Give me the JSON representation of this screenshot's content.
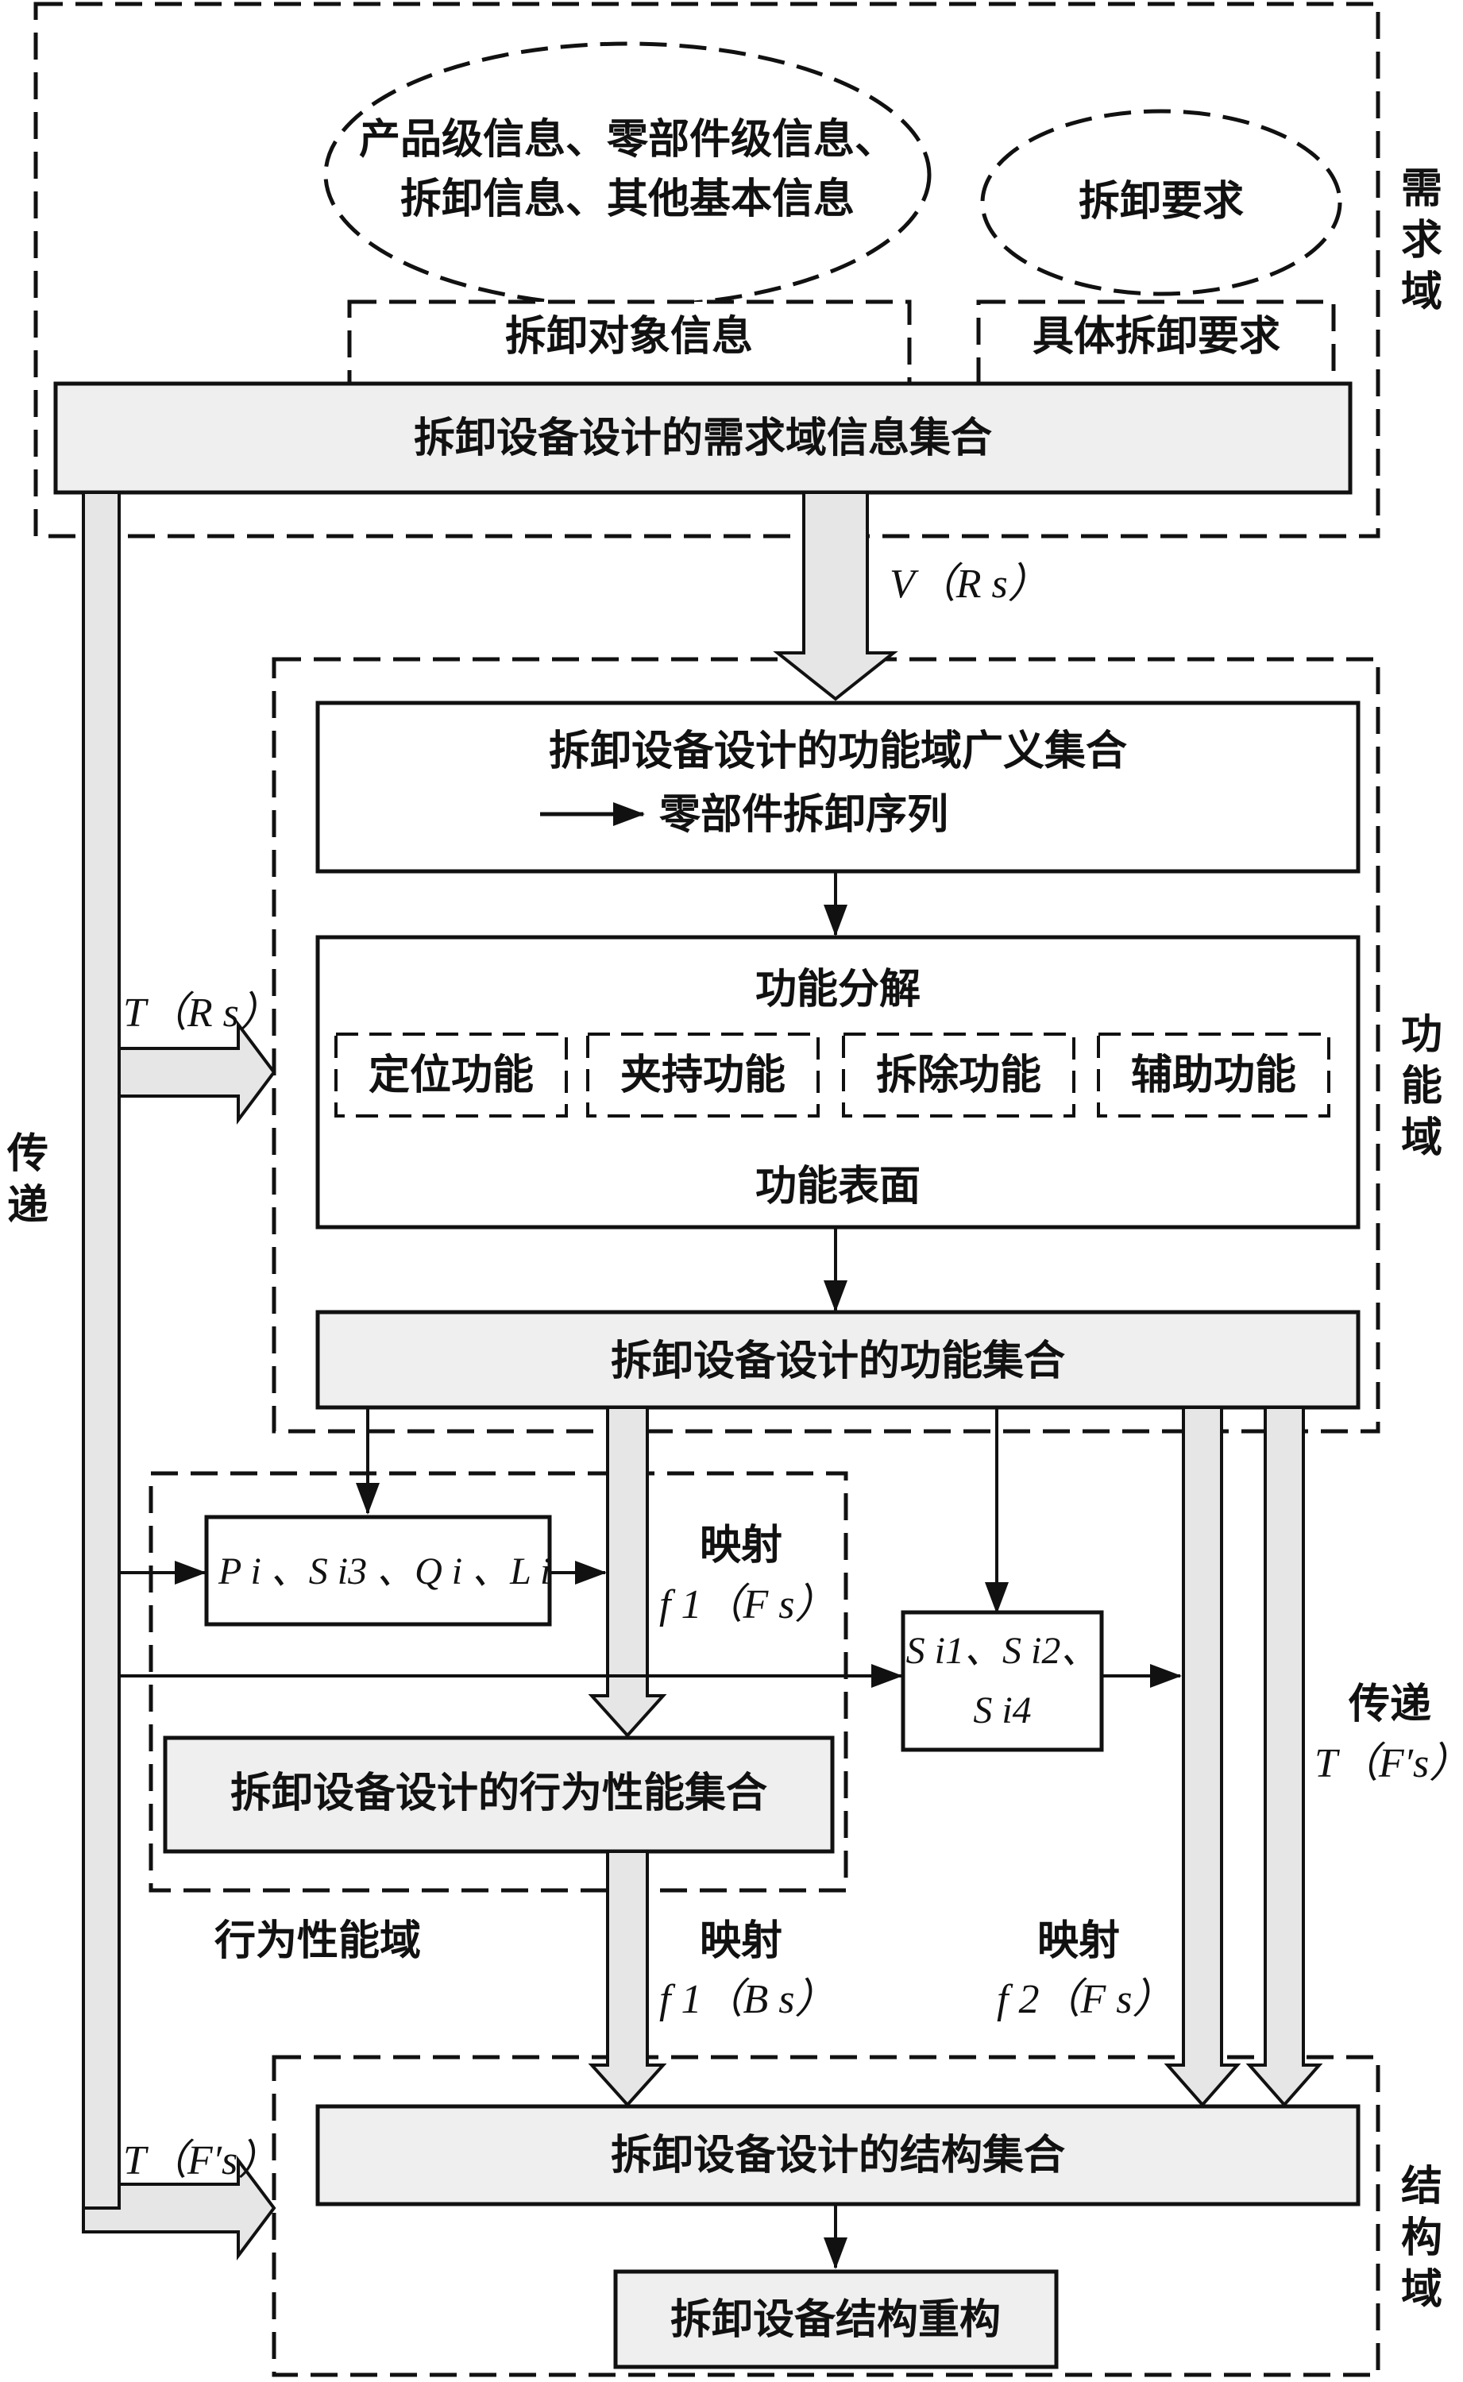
{
  "demand_domain": {
    "ellipse_info": [
      "产品级信息、零部件级信息、",
      "拆卸信息、其他基本信息"
    ],
    "ellipse_req": "拆卸要求",
    "object_info": "拆卸对象信息",
    "specific_req": "具体拆卸要求",
    "info_set": "拆卸设备设计的需求域信息集合",
    "label": "需求域"
  },
  "transfer_v": "V（R s）",
  "function_domain": {
    "general_set_line1": "拆卸设备设计的功能域广义集合",
    "general_set_line2": "零部件拆卸序列",
    "decomposition": "功能分解",
    "functions": [
      "定位功能",
      "夹持功能",
      "拆除功能",
      "辅助功能"
    ],
    "surface": "功能表面",
    "function_set": "拆卸设备设计的功能集合",
    "label": "功能域"
  },
  "transfer_t_rs": "T（R s）",
  "transfer_left": "传递",
  "params_left": "P i 、S i3 、Q i 、L i",
  "params_right_line1": "S i1、S i2、",
  "params_right_line2": "S i4",
  "mapping_label": "映射",
  "map_f1_fs": "f 1（F s）",
  "map_f1_bs": "f 1（B s）",
  "map_f2_fs": "f 2（F s）",
  "transfer_right": "传递",
  "transfer_t_fs_right": "T（F′s）",
  "behavior_domain": {
    "behavior_set": "拆卸设备设计的行为性能集合",
    "label": "行为性能域"
  },
  "transfer_t_fs_left": "T（F′s）",
  "structure_domain": {
    "structure_set": "拆卸设备设计的结构集合",
    "reconstruct": "拆卸设备结构重构",
    "label": "结构域"
  },
  "colors": {
    "box_fill": "#efefef",
    "arrow_fill": "#e6e6e6",
    "line": "#111111"
  }
}
